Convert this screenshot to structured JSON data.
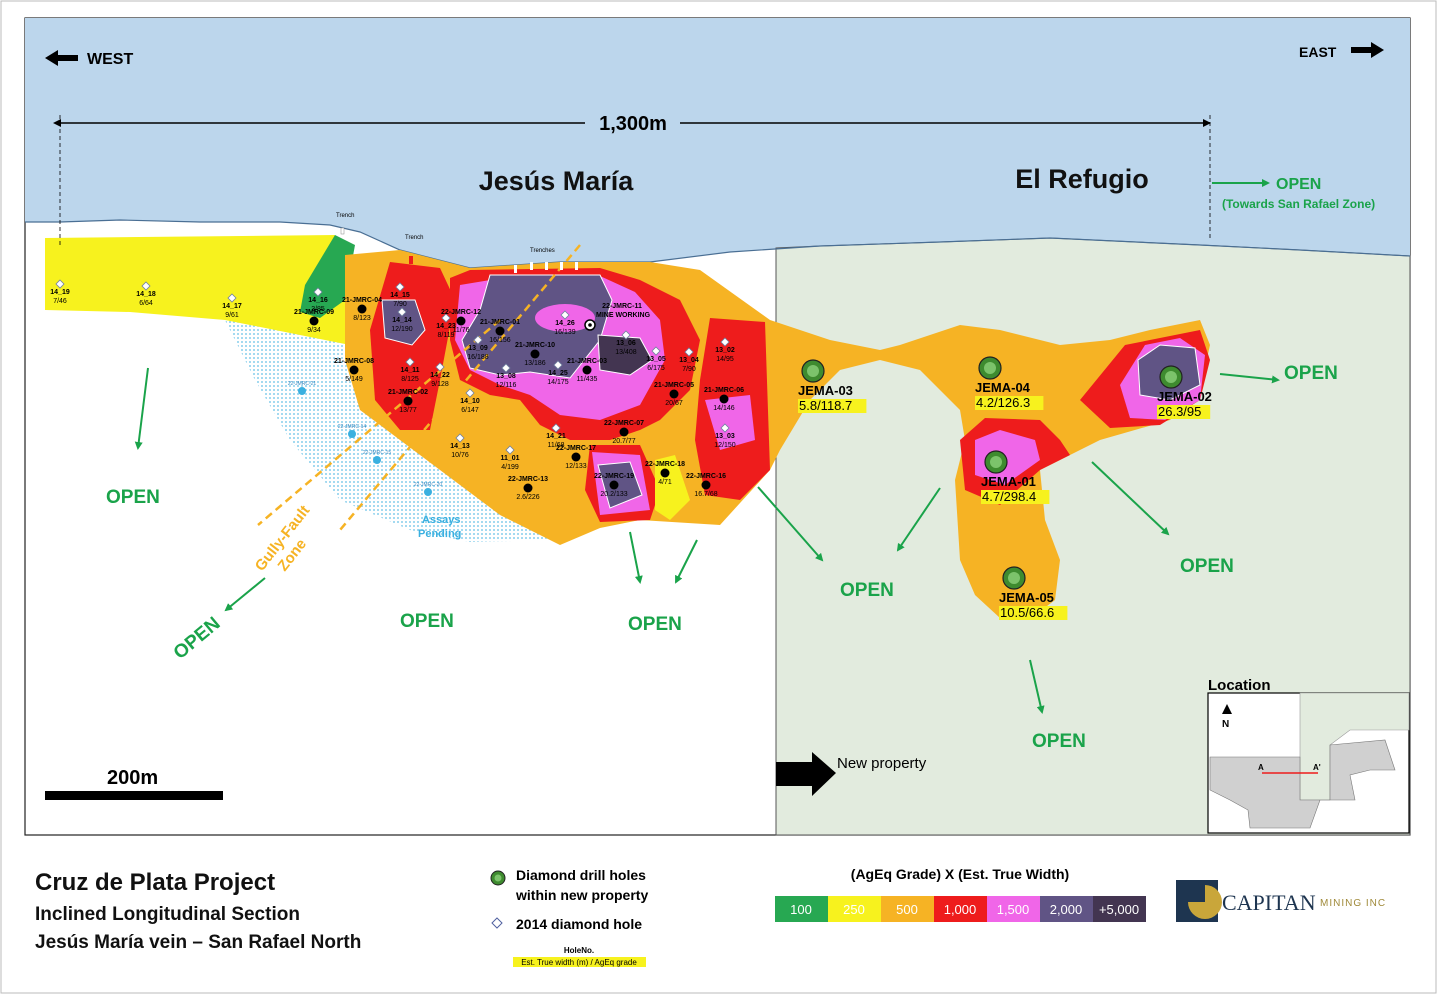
{
  "directions": {
    "west": "WEST",
    "east": "EAST"
  },
  "scale": {
    "span": "1,300m",
    "bar": "200m"
  },
  "regions": {
    "jesus_maria": "Jesús María",
    "el_refugio": "El Refugio"
  },
  "open_label": "OPEN",
  "open_towards": "(Towards San Rafael Zone)",
  "trench_labels": {
    "trench1": "Trench",
    "trench2": "Trench",
    "trenches": "Trenches"
  },
  "gully_fault": {
    "line1": "Gully-Fault",
    "line2": "Zone"
  },
  "assays_pending": {
    "line1": "Assays",
    "line2": "Pending"
  },
  "new_property": "New property",
  "mine_working": "MINE WORKING",
  "holes_2014": [
    {
      "id": "14_19",
      "v": "7/46"
    },
    {
      "id": "14_18",
      "v": "6/64"
    },
    {
      "id": "14_17",
      "v": "9/61"
    },
    {
      "id": "14_16",
      "v": "3/85"
    },
    {
      "id": "14_15",
      "v": "7/90"
    },
    {
      "id": "14_14",
      "v": "12/190"
    },
    {
      "id": "14_23",
      "v": "8/119"
    },
    {
      "id": "13_09",
      "v": "16/188"
    },
    {
      "id": "14_26",
      "v": "16/139"
    },
    {
      "id": "13_06",
      "v": "13/408"
    },
    {
      "id": "13_05",
      "v": "6/175"
    },
    {
      "id": "13_04",
      "v": "7/90"
    },
    {
      "id": "13_02",
      "v": "14/95"
    },
    {
      "id": "14_25",
      "v": "14/175"
    },
    {
      "id": "14_11",
      "v": "8/125"
    },
    {
      "id": "14_22",
      "v": "9/128"
    },
    {
      "id": "13_08",
      "v": "12/116"
    },
    {
      "id": "14_10",
      "v": "6/147"
    },
    {
      "id": "14_13",
      "v": "10/76"
    },
    {
      "id": "11_01",
      "v": "4/199"
    },
    {
      "id": "14_21",
      "v": "11/68"
    },
    {
      "id": "13_03",
      "v": "12/150"
    }
  ],
  "holes_jmrc": [
    {
      "id": "21-JMRC-04",
      "v": "8/123"
    },
    {
      "id": "21-JMRC-09",
      "v": "9/34"
    },
    {
      "id": "21-JMRC-08",
      "v": "5/149"
    },
    {
      "id": "21-JMRC-02",
      "v": "13/77"
    },
    {
      "id": "22-JMRC-12",
      "v": "11/76"
    },
    {
      "id": "21-JMRC-01",
      "v": "16/156"
    },
    {
      "id": "21-JMRC-10",
      "v": "13/186"
    },
    {
      "id": "22-JMRC-11",
      "v": ""
    },
    {
      "id": "21-JMRC-03",
      "v": "11/435"
    },
    {
      "id": "21-JMRC-05",
      "v": "20/67"
    },
    {
      "id": "21-JMRC-06",
      "v": "14/146"
    },
    {
      "id": "22-JMRC-07",
      "v": "20.7/77"
    },
    {
      "id": "22-JMRC-17",
      "v": "12/133"
    },
    {
      "id": "22-JMRC-18",
      "v": "4/71"
    },
    {
      "id": "22-JMRC-19",
      "v": "20.2/133"
    },
    {
      "id": "22-JMRC-16",
      "v": "16.7/68"
    },
    {
      "id": "22-JMRC-13",
      "v": "2.6/226"
    }
  ],
  "pending_holes": [
    "22-JMRC-21",
    "22-JMRC-14",
    "22-JMRC-15",
    "22-JMRC-20"
  ],
  "jema": [
    {
      "id": "JEMA-03",
      "v": "5.8/118.7"
    },
    {
      "id": "JEMA-04",
      "v": "4.2/126.3"
    },
    {
      "id": "JEMA-02",
      "v": "26.3/95"
    },
    {
      "id": "JEMA-01",
      "v": "4.7/298.4"
    },
    {
      "id": "JEMA-05",
      "v": "10.5/66.6"
    }
  ],
  "location": {
    "title": "Location",
    "north": "N",
    "a": "A",
    "a_prime": "A'"
  },
  "footer": {
    "title": "Cruz de Plata Project",
    "line2": "Inclined Longitudinal Section",
    "line3": "Jesús María vein – San Rafael North"
  },
  "legend": {
    "diamond_new_1": "Diamond drill holes",
    "diamond_new_2": "within new property",
    "diamond_2014": "2014 diamond hole",
    "holeno": "HoleNo.",
    "holeno_sub": "Est. True width (m) / AgEq grade",
    "grade_title": "(AgEq Grade) X (Est. True Width)",
    "grades": [
      {
        "label": "100",
        "color": "#27a852"
      },
      {
        "label": "250",
        "color": "#f7f21e"
      },
      {
        "label": "500",
        "color": "#f6b324"
      },
      {
        "label": "1,000",
        "color": "#ee1c1c"
      },
      {
        "label": "1,500",
        "color": "#f066e8"
      },
      {
        "label": "2,000",
        "color": "#605485"
      },
      {
        "label": "+5,000",
        "color": "#433551"
      }
    ]
  },
  "logo": {
    "name": "CAPITAN",
    "suffix": "MINING INC"
  }
}
